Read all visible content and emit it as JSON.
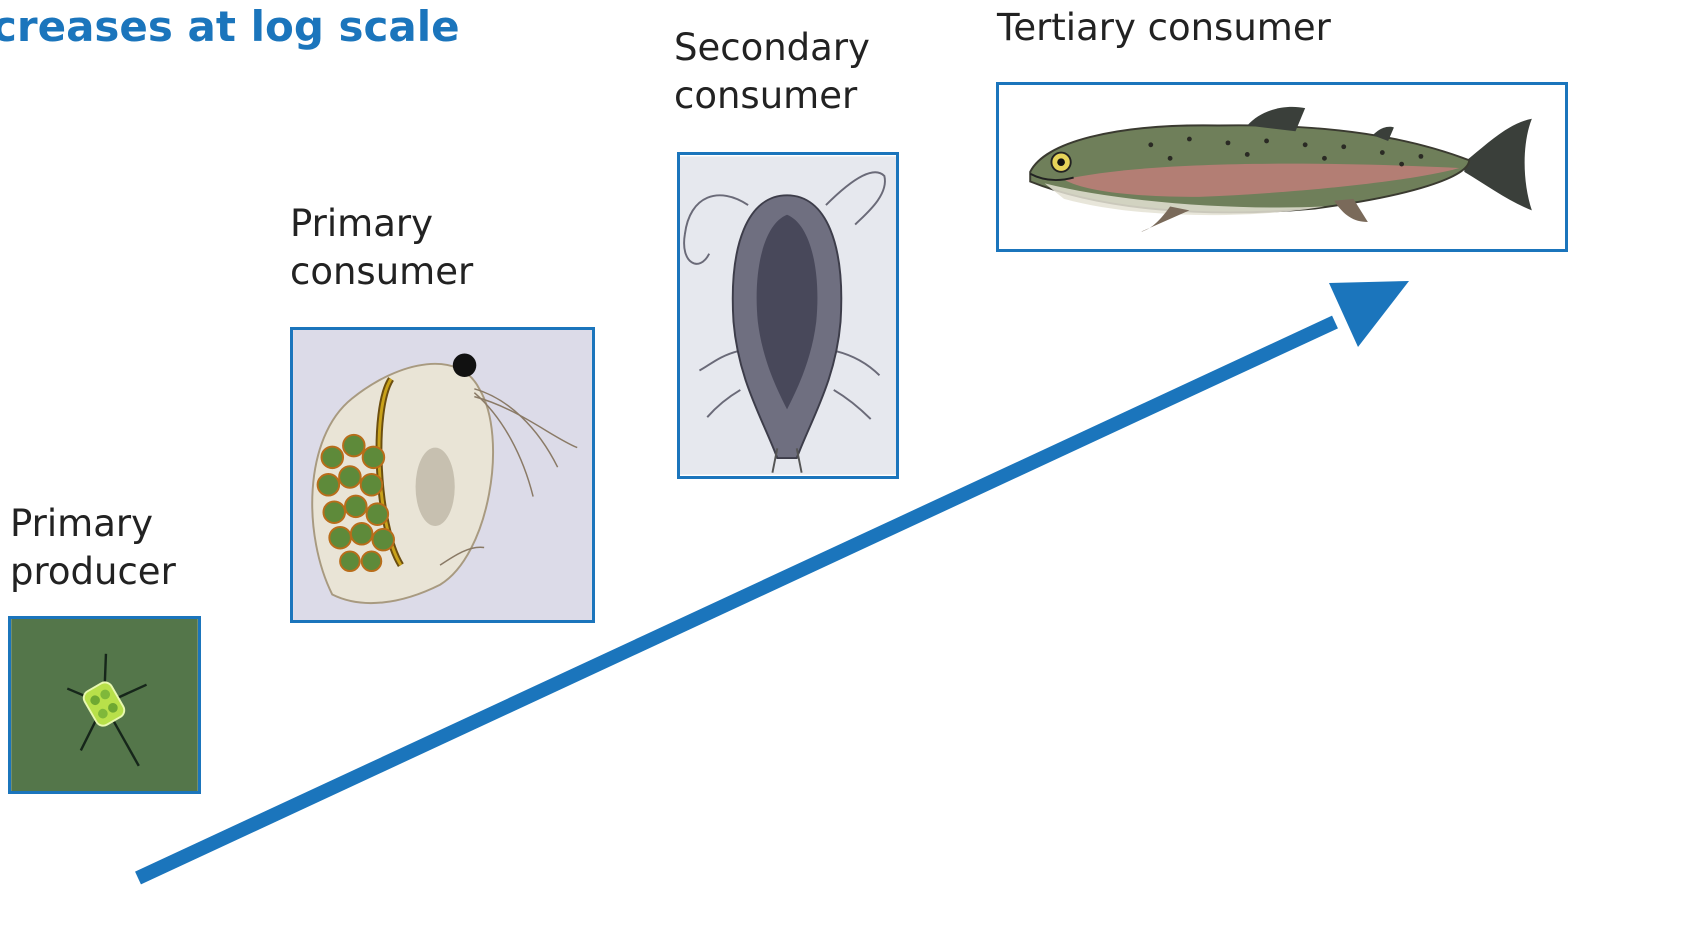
{
  "title": "creases at log scale",
  "levels": {
    "primary_producer": {
      "line1": "Primary",
      "line2": "producer",
      "icon": "algae-icon"
    },
    "primary_consumer": {
      "line1": "Primary",
      "line2": "consumer",
      "icon": "daphnia-icon"
    },
    "secondary_consumer": {
      "line1": "Secondary",
      "line2": "consumer",
      "icon": "copepod-icon"
    },
    "tertiary_consumer": {
      "line1": "Tertiary consumer",
      "icon": "trout-icon"
    }
  },
  "colors": {
    "accent": "#1b75bc",
    "text": "#222222"
  }
}
